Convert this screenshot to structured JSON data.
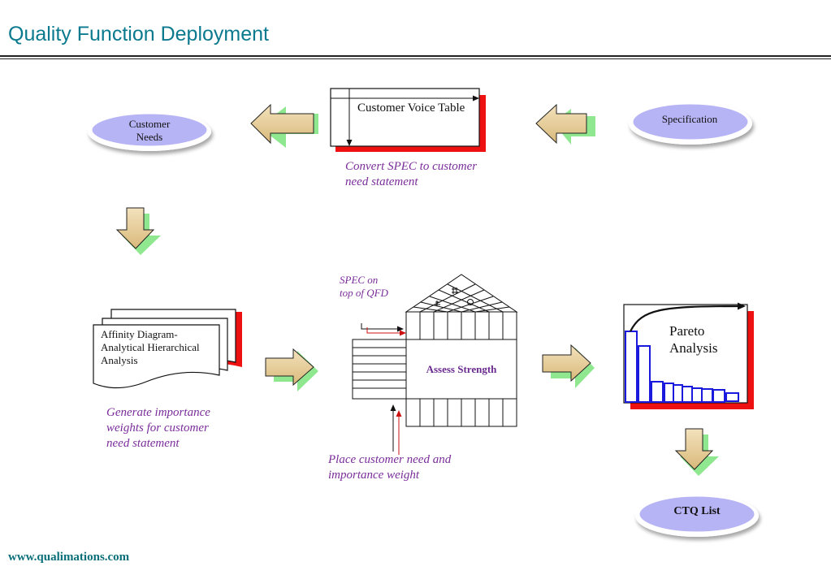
{
  "header": {
    "title": "Quality Function Deployment"
  },
  "nodes": {
    "customer_needs": "Customer Needs",
    "specification": "Specification",
    "customer_voice_table": "Customer Voice Table",
    "affinity_diagram": "Affinity Diagram-Analytical Hierarchical Analysis",
    "assess_strength": "Assess Strength",
    "pareto_analysis": "Pareto Analysis",
    "ctq_list": "CTQ List"
  },
  "captions": {
    "convert_spec": "Convert SPEC to customer need statement",
    "generate_weights": "Generate importance weights for customer need statement",
    "spec_on_top": "SPEC on top of QFD",
    "place_need": "Place customer need and importance weight"
  },
  "footer": {
    "url": "www.qualimations.com"
  },
  "colors": {
    "title": "#0b7a8f",
    "oval_fill": "#b7b4f5",
    "shadow_red": "#ee1111",
    "arrow_tan": "#e8cf9c",
    "arrow_green": "#8fe88f",
    "caption_purple": "#7a2d9a",
    "pareto_bar": "#1a1adf"
  }
}
